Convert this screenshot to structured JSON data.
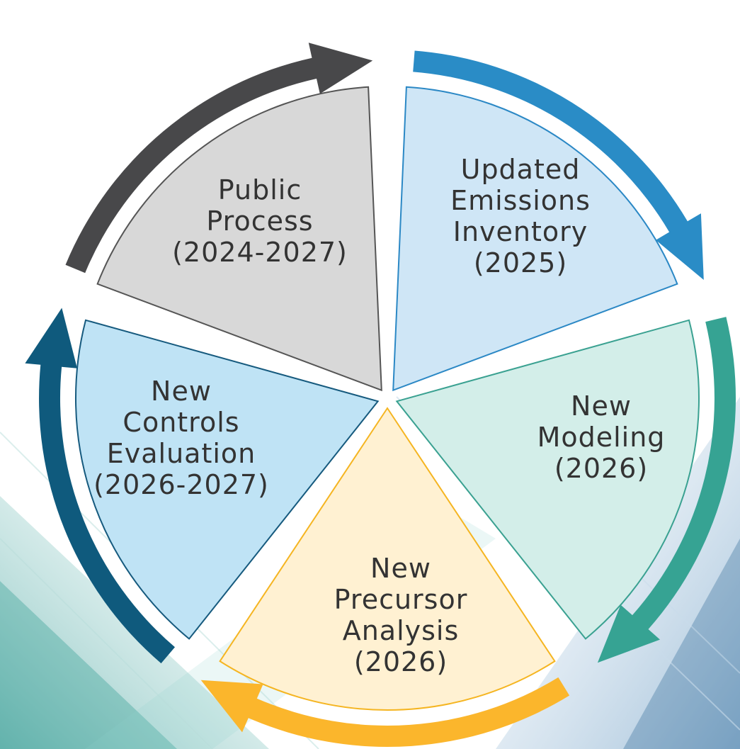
{
  "segments": [
    {
      "id": "updated-emissions-inventory",
      "lines": [
        "Updated",
        "Emissions",
        "Inventory",
        "(2025)"
      ],
      "fill": "#cfe6f6",
      "stroke": "#2b88c5",
      "arrow": "#2a8cc6"
    },
    {
      "id": "new-modeling",
      "lines": [
        "New",
        "Modeling",
        "(2026)"
      ],
      "fill": "#d3eee9",
      "stroke": "#3aa191",
      "arrow": "#36a393"
    },
    {
      "id": "new-precursor-analysis",
      "lines": [
        "New",
        "Precursor",
        "Analysis",
        "(2026)"
      ],
      "fill": "#fff1d2",
      "stroke": "#f5b521",
      "arrow": "#fbb62c"
    },
    {
      "id": "new-controls-evaluation",
      "lines": [
        "New",
        "Controls",
        "Evaluation",
        "(2026-2027)"
      ],
      "fill": "#bfe3f5",
      "stroke": "#165a7e",
      "arrow": "#0f5a7d"
    },
    {
      "id": "public-process",
      "lines": [
        "Public",
        "Process",
        "(2024-2027)"
      ],
      "fill": "#d8d8d8",
      "stroke": "#555555",
      "arrow": "#48484a"
    }
  ]
}
